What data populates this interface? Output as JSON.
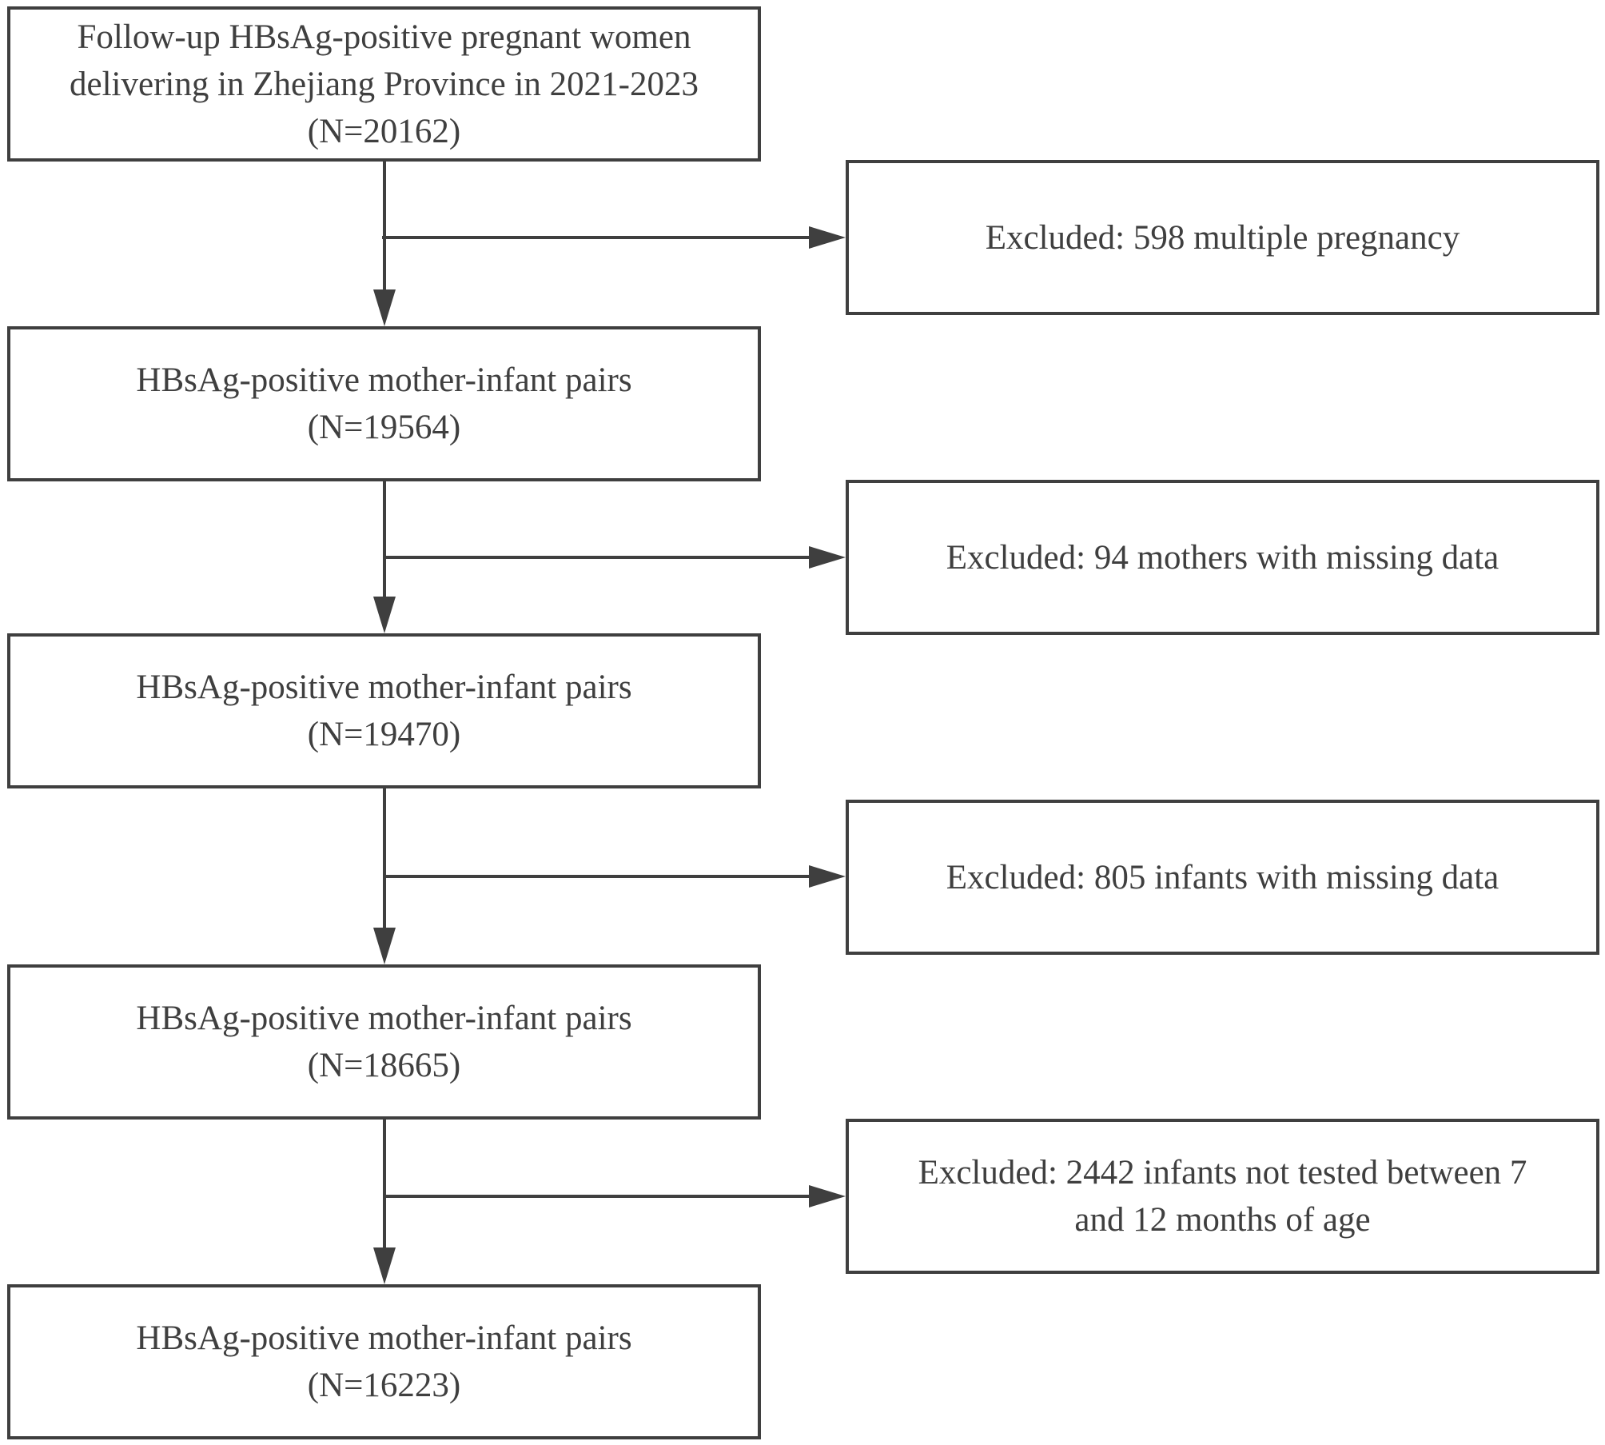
{
  "flowchart": {
    "main_boxes": [
      {
        "lines": [
          "Follow-up HBsAg-positive pregnant women",
          "delivering in Zhejiang Province in 2021-2023",
          "(N=20162)"
        ]
      },
      {
        "lines": [
          "HBsAg-positive mother-infant pairs",
          "(N=19564)"
        ]
      },
      {
        "lines": [
          "HBsAg-positive mother-infant pairs",
          "(N=19470)"
        ]
      },
      {
        "lines": [
          "HBsAg-positive mother-infant pairs",
          "(N=18665)"
        ]
      },
      {
        "lines": [
          "HBsAg-positive mother-infant pairs",
          "(N=16223)"
        ]
      }
    ],
    "exclusion_boxes": [
      {
        "lines": [
          "Excluded: 598 multiple pregnancy"
        ]
      },
      {
        "lines": [
          "Excluded: 94 mothers with missing data"
        ]
      },
      {
        "lines": [
          "Excluded: 805 infants with missing data"
        ]
      },
      {
        "lines": [
          "Excluded: 2442 infants not tested between 7",
          "and 12 months of age"
        ]
      }
    ],
    "colors": {
      "stroke": "#3f3f3f",
      "text": "#3f3f3f",
      "background": "#ffffff"
    }
  }
}
